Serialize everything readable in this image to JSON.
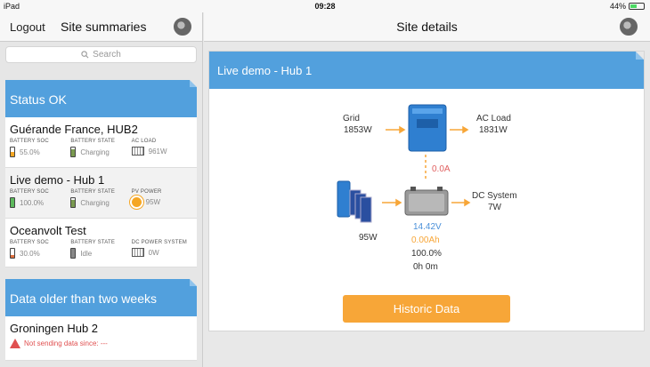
{
  "status_bar": {
    "device": "iPad",
    "time": "09:28",
    "battery": "44%"
  },
  "left_nav": {
    "logout": "Logout",
    "title": "Site summaries"
  },
  "right_nav": {
    "title": "Site details"
  },
  "search": {
    "placeholder": "Search"
  },
  "sections": [
    {
      "title": "Status OK",
      "sites": [
        {
          "name": "Guérande France, HUB2",
          "metrics": [
            {
              "label": "BATTERY SOC",
              "value": "55.0%",
              "icon": "battery-half-icon"
            },
            {
              "label": "BATTERY STATE",
              "value": "Charging",
              "icon": "battery-charging-icon"
            },
            {
              "label": "AC LOAD",
              "value": "961W",
              "icon": "ac-load-icon"
            }
          ]
        },
        {
          "name": "Live demo - Hub 1",
          "metrics": [
            {
              "label": "BATTERY SOC",
              "value": "100.0%",
              "icon": "battery-full-icon"
            },
            {
              "label": "BATTERY STATE",
              "value": "Charging",
              "icon": "battery-charging-icon"
            },
            {
              "label": "PV POWER",
              "value": "95W",
              "icon": "sun-icon"
            }
          ]
        },
        {
          "name": "Oceanvolt Test",
          "metrics": [
            {
              "label": "BATTERY SOC",
              "value": "30.0%",
              "icon": "battery-low-icon"
            },
            {
              "label": "BATTERY STATE",
              "value": "Idle",
              "icon": "battery-idle-icon"
            },
            {
              "label": "DC POWER SYSTEM",
              "value": "0W",
              "icon": "dc-system-icon"
            }
          ]
        }
      ]
    },
    {
      "title": "Data older than two weeks",
      "sites": [
        {
          "name": "Groningen Hub 2",
          "warning": "Not sending data since: ---"
        }
      ]
    }
  ],
  "detail": {
    "title": "Live demo - Hub 1",
    "grid_label": "Grid",
    "grid_value": "1853W",
    "ac_load_label": "AC Load",
    "ac_load_value": "1831W",
    "dc_current": "0.0A",
    "pv_value": "95W",
    "dc_system_label": "DC System",
    "dc_system_value": "7W",
    "battery_voltage": "14.42V",
    "battery_current": "0.00Ah",
    "battery_soc": "100.0%",
    "battery_time": "0h 0m",
    "historic_button": "Historic Data"
  },
  "colors": {
    "accent": "#52a0dd",
    "orange": "#f7a638",
    "blue_value": "#4a90d9",
    "warning": "#e05050"
  }
}
